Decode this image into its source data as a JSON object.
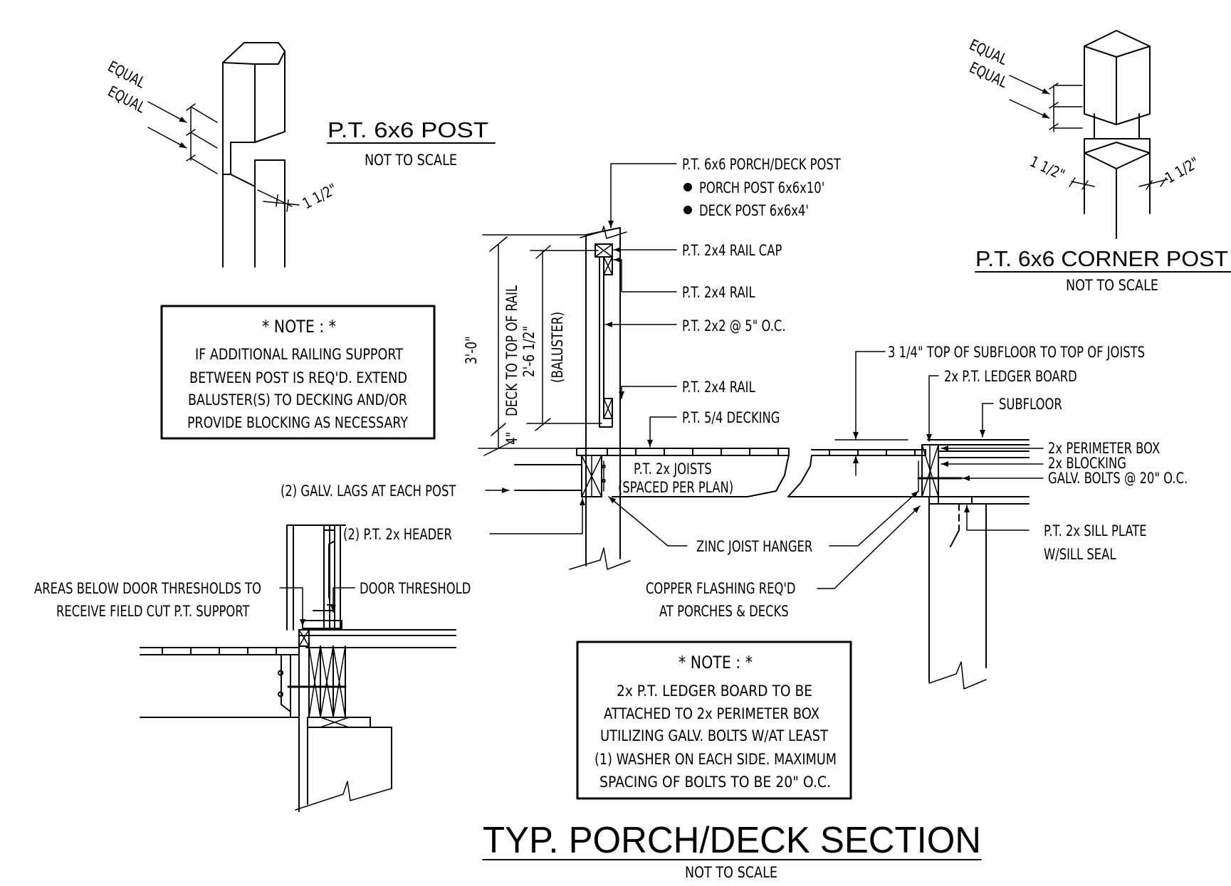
{
  "title": {
    "main": "TYP. PORCH/DECK SECTION",
    "scale": "NOT TO SCALE"
  },
  "post_detail": {
    "title": "P.T. 6x6 POST",
    "scale": "NOT TO SCALE",
    "equal_1": "EQUAL",
    "equal_2": "EQUAL",
    "notch": "1 1/2\""
  },
  "corner_detail": {
    "title": "P.T. 6x6 CORNER POST",
    "scale": "NOT TO SCALE",
    "equal_1": "EQUAL",
    "equal_2": "EQUAL",
    "notch_left": "1 1/2\"",
    "notch_right": "1 1/2\""
  },
  "note_1": {
    "heading": "* NOTE : *",
    "lines": [
      "IF ADDITIONAL RAILING SUPPORT",
      "BETWEEN POST IS REQ'D. EXTEND",
      "BALUSTER(S) TO DECKING AND/OR",
      "PROVIDE BLOCKING AS NECESSARY"
    ]
  },
  "note_2": {
    "heading": "* NOTE : *",
    "lines": [
      "2x P.T. LEDGER BOARD TO BE",
      "ATTACHED TO 2x PERIMETER BOX",
      "UTILIZING GALV. BOLTS W/AT LEAST",
      "(1) WASHER ON EACH SIDE. MAXIMUM",
      "SPACING OF BOLTS TO BE 20\" O.C."
    ]
  },
  "dimensions": {
    "overall": "3'-0\"",
    "deck_to_rail": "DECK TO TOP OF RAIL",
    "baluster": "2'-6 1/2\"",
    "baluster_label": "(BALUSTER)",
    "bottom_gap": "4\""
  },
  "labels": {
    "porch_deck_post": "P.T. 6x6 PORCH/DECK POST",
    "porch_post": "PORCH POST 6x6x10'",
    "deck_post": "DECK POST 6x6x4'",
    "rail_cap": "P.T. 2x4 RAIL CAP",
    "rail_top": "P.T. 2x4 RAIL",
    "baluster_spacing": "P.T. 2x2 @ 5\" O.C.",
    "rail_bottom": "P.T. 2x4 RAIL",
    "decking": "P.T. 5/4 DECKING",
    "joists_1": "P.T. 2x JOISTS",
    "joists_2": "(SPACED PER PLAN)",
    "lags": "(2) GALV. LAGS AT EACH POST",
    "header": "(2) P.T. 2x HEADER",
    "joist_hanger": "ZINC JOIST HANGER",
    "door_threshold": "DOOR THRESHOLD",
    "areas_below_1": "AREAS BELOW DOOR THRESHOLDS TO",
    "areas_below_2": "RECEIVE FIELD CUT P.T. SUPPORT",
    "flashing_1": "COPPER FLASHING REQ'D",
    "flashing_2": "AT PORCHES & DECKS",
    "subfloor_dim": "3 1/4\" TOP OF SUBFLOOR TO TOP OF JOISTS",
    "ledger": "2x P.T. LEDGER BOARD",
    "subfloor": "SUBFLOOR",
    "perimeter_box": "2x PERIMETER BOX",
    "blocking": "2x BLOCKING",
    "galv_bolts": "GALV. BOLTS @ 20\" O.C.",
    "sill_plate_1": "P.T. 2x SILL PLATE",
    "sill_plate_2": "W/SILL SEAL"
  }
}
